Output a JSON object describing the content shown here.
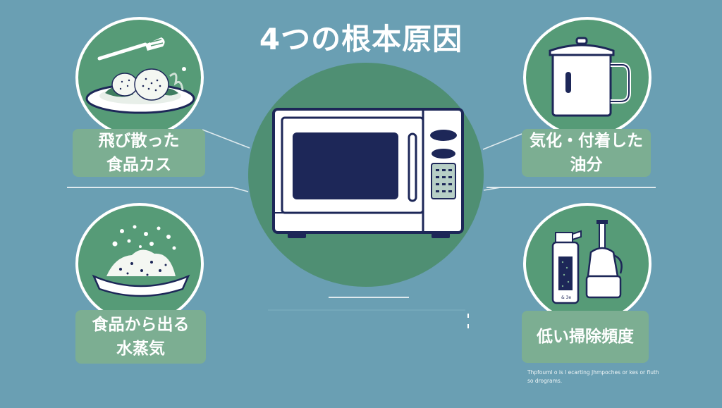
{
  "title": "4つの根本原因",
  "causes": {
    "top_left": {
      "line1": "飛び散った",
      "line2": "食品カス",
      "icon": "food-plate-icon"
    },
    "top_right": {
      "line1": "気化・付着した",
      "line2": "油分",
      "icon": "pot-icon"
    },
    "bottom_left": {
      "line1": "食品から出る",
      "line2": "水蒸気",
      "icon": "steam-bowl-icon"
    },
    "bottom_right": {
      "line1": "低い掃除頻度",
      "icon": "cleaning-bottles-icon"
    }
  },
  "center": {
    "icon": "microwave-icon"
  },
  "footnote": "Thpfouml o is l ecarting Jhmpoches or kes or fiuth so drograms.",
  "bottle_label": "& 3e",
  "colors": {
    "background": "#6a9fb3",
    "circle_green": "#569b77",
    "center_green": "#4f8f73",
    "label_box": "#7cae92",
    "navy": "#1d2758"
  }
}
